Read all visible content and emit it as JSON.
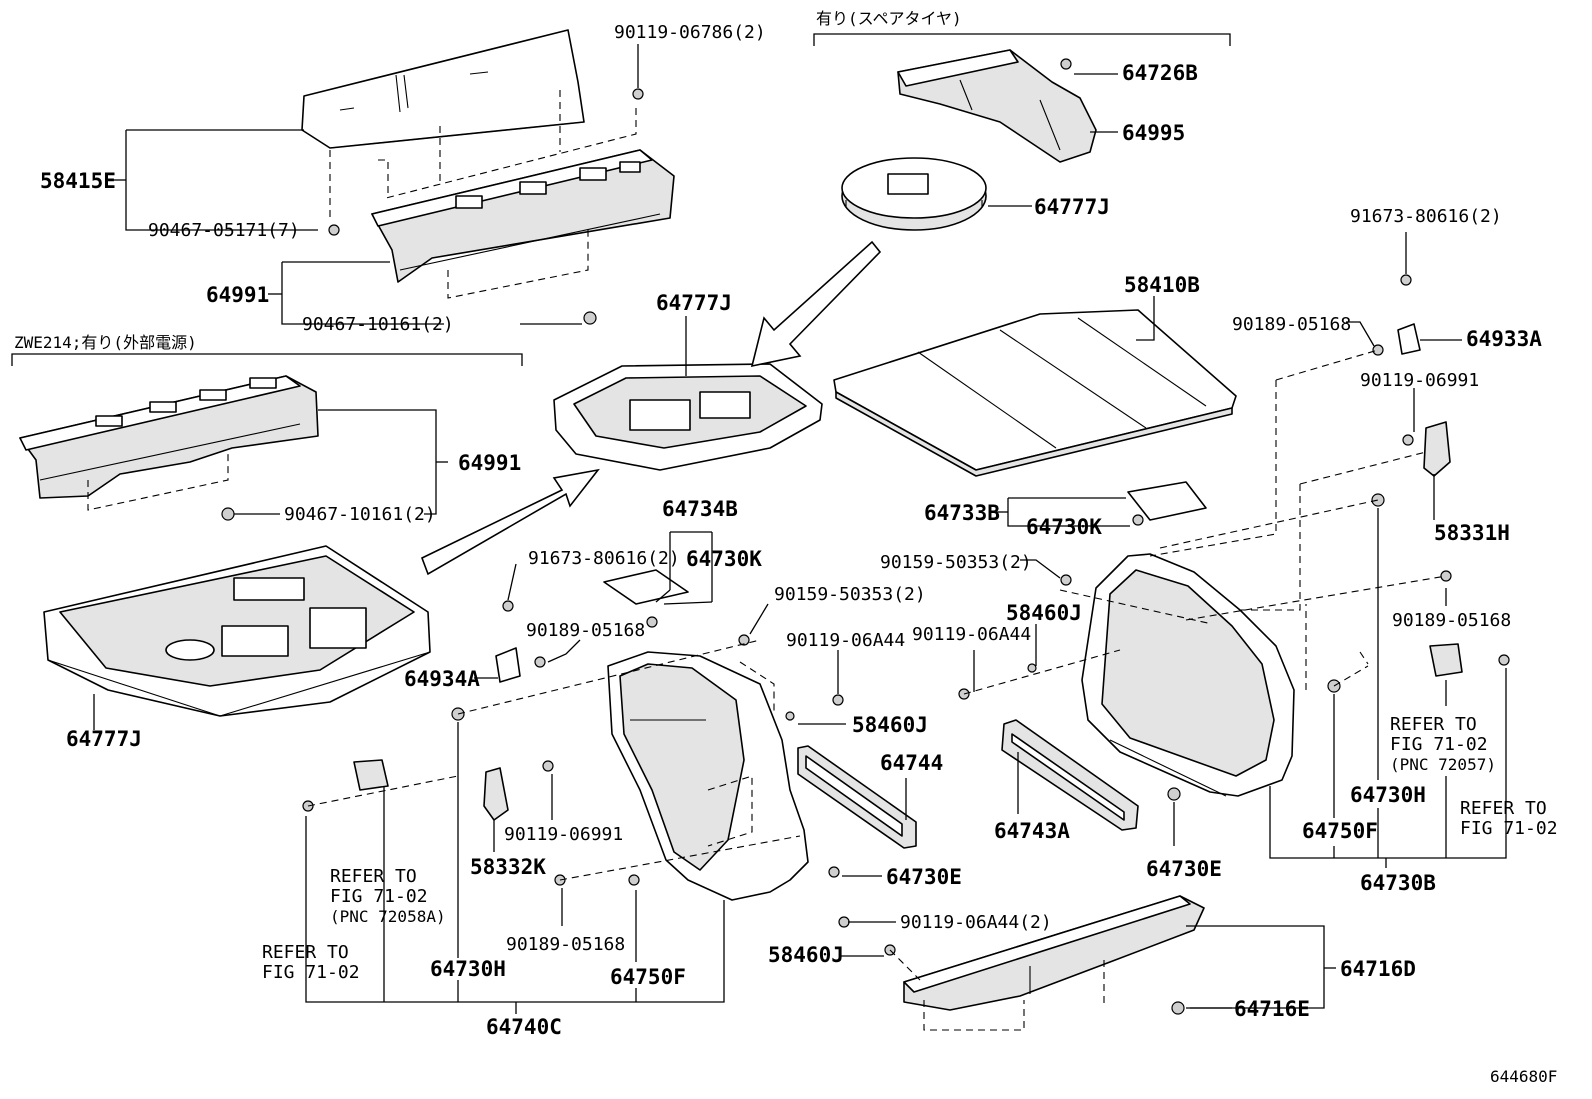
{
  "figure_id": "644680F",
  "headers": {
    "spare_tire": "有り(スペアタイヤ)",
    "zwe214": "ZWE214;有り(外部電源)"
  },
  "parts": {
    "p58415E": "58415E",
    "p90119_06786": "90119-06786(2)",
    "p90467_05171": "90467-05171(7)",
    "p64991_top": "64991",
    "p90467_10161_top": "90467-10161(2)",
    "p64991_mid": "64991",
    "p90467_10161_mid": "90467-10161(2)",
    "p64777J_left": "64777J",
    "p64777J_center": "64777J",
    "p64726B": "64726B",
    "p64995": "64995",
    "p64777J_top": "64777J",
    "p58410B": "58410B",
    "p91673_80616_right": "91673-80616(2)",
    "p90189_05168_right_top": "90189-05168",
    "p64933A": "64933A",
    "p90119_06991_right": "90119-06991",
    "p58331H": "58331H",
    "p64733B": "64733B",
    "p64730K_right": "64730K",
    "p90159_50353_right": "90159-50353(2)",
    "p58460J_mid": "58460J",
    "p90119_06A44_mid": "90119-06A44",
    "p90189_05168_right_mid": "90189-05168",
    "p64734B": "64734B",
    "p64730K_left": "64730K",
    "p91673_80616_left": "91673-80616(2)",
    "p90189_05168_left": "90189-05168",
    "p64934A": "64934A",
    "p90159_50353_left": "90159-50353(2)",
    "p90119_06A44_left": "90119-06A44",
    "p58460J_left": "58460J",
    "p64744": "64744",
    "p64743A": "64743A",
    "p90119_06991_left": "90119-06991",
    "p58332K": "58332K",
    "p64730E_left": "64730E",
    "p90189_05168_bottom": "90189-05168",
    "p64750F_left": "64750F",
    "p64730H_left": "64730H",
    "p64740C": "64740C",
    "p64730E_right": "64730E",
    "p64750F_right": "64750F",
    "p64730H_right": "64730H",
    "p64730B": "64730B",
    "p90119_06A44_2": "90119-06A44(2)",
    "p58460J_bottom": "58460J",
    "p64716D": "64716D",
    "p64716E": "64716E"
  },
  "refs": {
    "left_a_1": "REFER TO",
    "left_a_2": "FIG 71-02",
    "left_a_3": "(PNC 72058A)",
    "left_b_1": "REFER TO",
    "left_b_2": "FIG 71-02",
    "right_a_1": "REFER TO",
    "right_a_2": "FIG 71-02",
    "right_a_3": "(PNC 72057)",
    "right_b_1": "REFER TO",
    "right_b_2": "FIG 71-02"
  }
}
